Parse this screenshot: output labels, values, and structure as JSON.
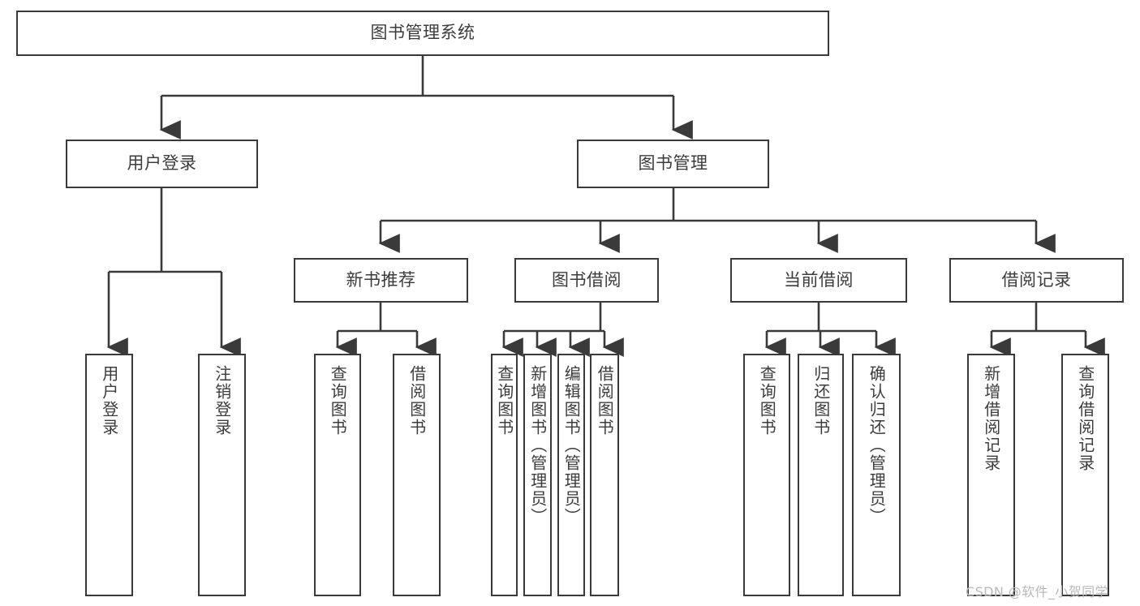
{
  "diagram": {
    "type": "tree-hierarchy",
    "title": "图书管理系统",
    "orientation": "top-down",
    "line_color": "#3a3a3a",
    "box_fill": "#ffffff",
    "text_color": "#3c3c3c"
  },
  "root": {
    "label": "图书管理系统"
  },
  "level1": [
    {
      "label": "用户登录"
    },
    {
      "label": "图书管理"
    }
  ],
  "level2": [
    {
      "label": "新书推荐"
    },
    {
      "label": "图书借阅"
    },
    {
      "label": "当前借阅"
    },
    {
      "label": "借阅记录"
    }
  ],
  "leaves": {
    "user_login": [
      {
        "label": "用户登录"
      },
      {
        "label": "注销登录"
      }
    ],
    "new_book_recommend": [
      {
        "label": "查询图书"
      },
      {
        "label": "借阅图书"
      }
    ],
    "book_borrow": [
      {
        "label": "查询图书"
      },
      {
        "label": "新增图书（管理员）"
      },
      {
        "label": "编辑图书（管理员）"
      },
      {
        "label": "借阅图书"
      }
    ],
    "current_borrow": [
      {
        "label": "查询图书"
      },
      {
        "label": "归还图书"
      },
      {
        "label": "确认归还（管理员）"
      }
    ],
    "borrow_record": [
      {
        "label": "新增借阅记录"
      },
      {
        "label": "查询借阅记录"
      }
    ]
  },
  "watermark": {
    "text": "CSDN @软件_小贺同学"
  }
}
